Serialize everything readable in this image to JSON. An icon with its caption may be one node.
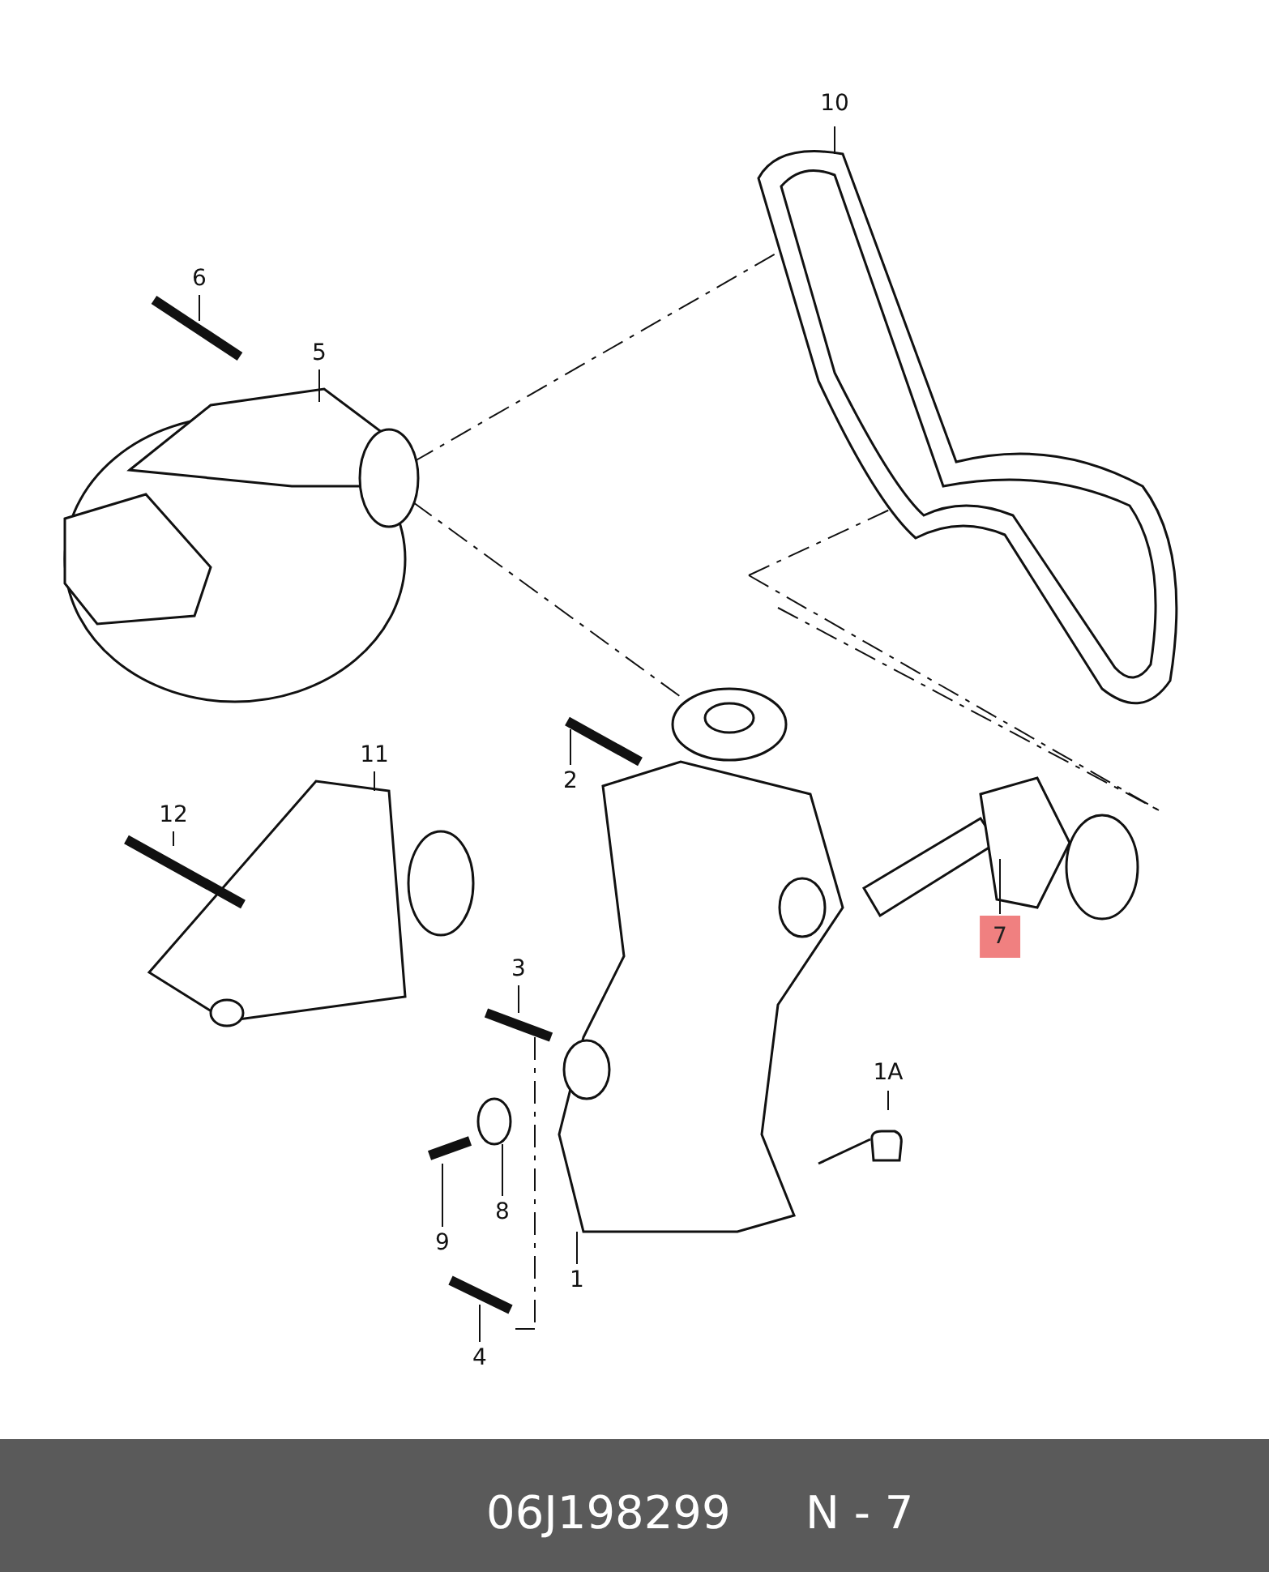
{
  "diagram": {
    "nodes": [
      {
        "text": [
          "10"
        ]
      },
      {
        "text": [
          "6"
        ]
      },
      {
        "text": [
          "5"
        ]
      },
      {
        "text": [
          "2"
        ]
      },
      {
        "text": [
          "11"
        ]
      },
      {
        "text": [
          "12"
        ]
      },
      {
        "text": [
          "7"
        ]
      },
      {
        "text": [
          "3"
        ]
      },
      {
        "text": [
          "1A"
        ]
      },
      {
        "text": [
          "9"
        ]
      },
      {
        "text": [
          "8"
        ]
      },
      {
        "text": [
          "1"
        ]
      },
      {
        "text": [
          "4"
        ]
      }
    ],
    "edges": [
      {
        "from": 0,
        "to": null,
        "arrow": "none"
      },
      {
        "from": 1,
        "to": null,
        "arrow": "none"
      },
      {
        "from": 2,
        "to": null,
        "arrow": "none"
      },
      {
        "from": 3,
        "to": null,
        "arrow": "none"
      },
      {
        "from": 4,
        "to": null,
        "arrow": "none"
      },
      {
        "from": 5,
        "to": null,
        "arrow": "none"
      },
      {
        "from": 6,
        "to": null,
        "arrow": "none"
      },
      {
        "from": 7,
        "to": null,
        "arrow": "none"
      },
      {
        "from": 8,
        "to": null,
        "arrow": "none"
      },
      {
        "from": 9,
        "to": null,
        "arrow": "none"
      },
      {
        "from": 10,
        "to": null,
        "arrow": "none"
      },
      {
        "from": 11,
        "to": null,
        "arrow": "none"
      },
      {
        "from": 12,
        "to": null,
        "arrow": "none"
      }
    ],
    "labels": [
      "06J198299",
      "N - 7"
    ]
  }
}
